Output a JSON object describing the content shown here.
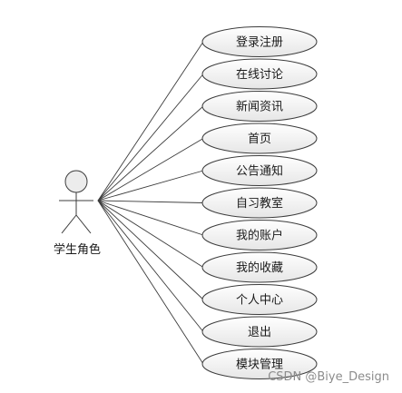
{
  "actor": {
    "label": "学生角色"
  },
  "use_cases": [
    {
      "id": "login-register",
      "label": "登录注册"
    },
    {
      "id": "online-discussion",
      "label": "在线讨论"
    },
    {
      "id": "news",
      "label": "新闻资讯"
    },
    {
      "id": "home",
      "label": "首页"
    },
    {
      "id": "announcement",
      "label": "公告通知"
    },
    {
      "id": "study-room",
      "label": "自习教室"
    },
    {
      "id": "my-account",
      "label": "我的账户"
    },
    {
      "id": "my-favorites",
      "label": "我的收藏"
    },
    {
      "id": "personal-center",
      "label": "个人中心"
    },
    {
      "id": "logout",
      "label": "退出"
    },
    {
      "id": "module-management",
      "label": "模块管理"
    }
  ],
  "watermark": "CSDN @Biye_Design",
  "colors": {
    "stroke": "#3c3c3c",
    "ellipse_fill_top": "#ffffff",
    "ellipse_fill_bottom": "#e6e6e6",
    "actor_head_fill": "#ececec"
  }
}
